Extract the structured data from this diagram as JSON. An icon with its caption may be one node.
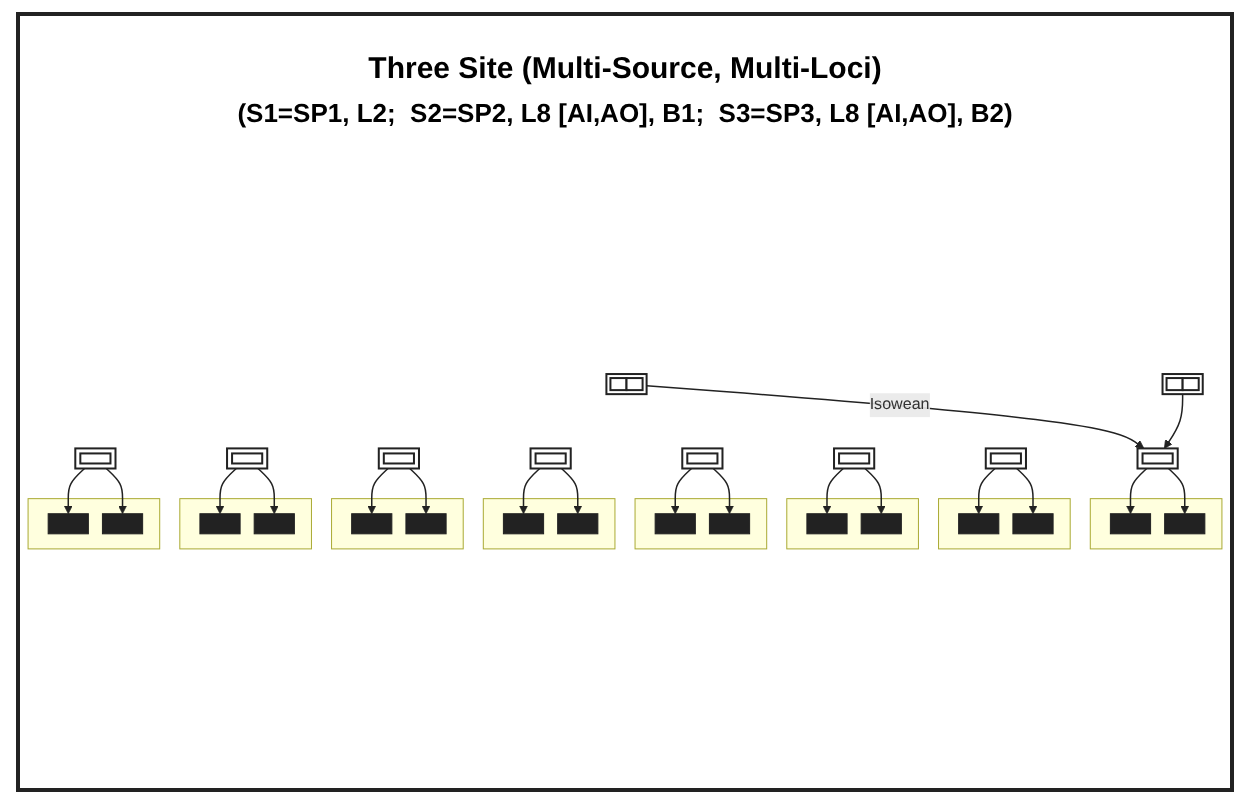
{
  "diagram": {
    "title": "Three Site (Multi-Source, Multi-Loci)",
    "nodes": [
      {
        "text": [],
        "shape": "box"
      },
      {
        "text": [],
        "shape": "box"
      },
      {
        "text": [],
        "shape": "box"
      },
      {
        "text": [],
        "shape": "box"
      },
      {
        "text": [],
        "shape": "box"
      },
      {
        "text": [],
        "shape": "box"
      },
      {
        "text": [],
        "shape": "box"
      },
      {
        "text": [],
        "shape": "box"
      },
      {
        "text": [],
        "shape": "box"
      },
      {
        "text": [],
        "shape": "box"
      },
      {
        "text": [],
        "shape": "box"
      },
      {
        "text": [],
        "shape": "bar",
        "in": 10
      },
      {
        "text": [],
        "shape": "bar",
        "in": 10
      },
      {
        "text": [],
        "shape": "box"
      },
      {
        "text": [],
        "shape": "bar",
        "in": 13
      },
      {
        "text": [],
        "shape": "bar",
        "in": 13
      },
      {
        "text": [],
        "shape": "box"
      },
      {
        "text": [],
        "shape": "bar",
        "in": 16
      },
      {
        "text": [],
        "shape": "bar",
        "in": 16
      },
      {
        "text": [],
        "shape": "box"
      },
      {
        "text": [],
        "shape": "bar",
        "in": 19
      },
      {
        "text": [],
        "shape": "bar",
        "in": 19
      },
      {
        "text": [],
        "shape": "box"
      },
      {
        "text": [],
        "shape": "bar",
        "in": 22
      },
      {
        "text": [],
        "shape": "bar",
        "in": 22
      },
      {
        "text": [],
        "shape": "box"
      },
      {
        "text": [],
        "shape": "bar",
        "in": 25
      },
      {
        "text": [],
        "shape": "bar",
        "in": 25
      },
      {
        "text": [],
        "shape": "box"
      },
      {
        "text": [],
        "shape": "bar",
        "in": 28
      },
      {
        "text": [],
        "shape": "bar",
        "in": 28
      },
      {
        "text": [],
        "shape": "box"
      },
      {
        "text": [],
        "shape": "bar",
        "in": 31
      },
      {
        "text": [],
        "shape": "bar",
        "in": 31
      }
    ],
    "edges": [
      {
        "from": 0,
        "to": 2,
        "arrow": "to",
        "label": "Isowean"
      },
      {
        "from": 1,
        "to": 2,
        "arrow": "to"
      },
      {
        "from": 2,
        "to": 11,
        "arrow": "to"
      },
      {
        "from": 2,
        "to": 12,
        "arrow": "to"
      },
      {
        "from": 3,
        "to": 14,
        "arrow": "to"
      },
      {
        "from": 3,
        "to": 15,
        "arrow": "to"
      },
      {
        "from": 4,
        "to": 17,
        "arrow": "to"
      },
      {
        "from": 4,
        "to": 18,
        "arrow": "to"
      },
      {
        "from": 5,
        "to": 20,
        "arrow": "to"
      },
      {
        "from": 5,
        "to": 21,
        "arrow": "to"
      },
      {
        "from": 6,
        "to": 23,
        "arrow": "to"
      },
      {
        "from": 6,
        "to": 24,
        "arrow": "to"
      },
      {
        "from": 7,
        "to": 26,
        "arrow": "to"
      },
      {
        "from": 7,
        "to": 27,
        "arrow": "to"
      },
      {
        "from": 8,
        "to": 29,
        "arrow": "to"
      },
      {
        "from": 8,
        "to": 30,
        "arrow": "to"
      },
      {
        "from": 9,
        "to": 32,
        "arrow": "to"
      },
      {
        "from": 9,
        "to": 33,
        "arrow": "to"
      }
    ],
    "labels": [
      "(S1=SP1, L2;  S2=SP2, L8 [AI,AO], B1;  S3=SP3, L8 [AI,AO], B2)"
    ]
  }
}
